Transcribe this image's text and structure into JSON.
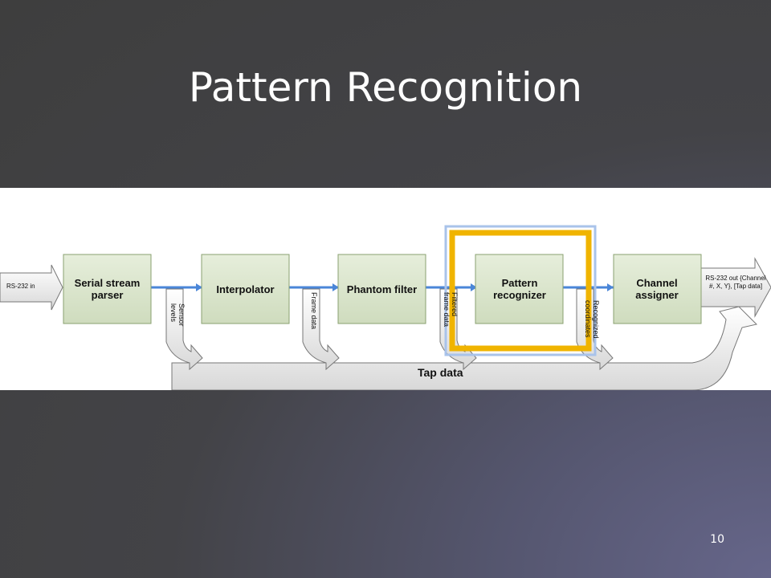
{
  "slide": {
    "title": "Pattern Recognition",
    "page_number": "10"
  },
  "diagram": {
    "input_label": "RS-232 in",
    "blocks": [
      {
        "label": "Serial stream parser"
      },
      {
        "label": "Interpolator"
      },
      {
        "label": "Phantom filter"
      },
      {
        "label": "Pattern recognizer",
        "highlighted": true
      },
      {
        "label": "Channel assigner"
      }
    ],
    "output_label": "RS-232 out {Channel #, X, Y}, [Tap data]",
    "branch_labels": [
      "Sensor levels",
      "Frame data",
      "Filtered frame data",
      "Recognized coordinates"
    ],
    "tap_label": "Tap data",
    "colors": {
      "block_fill": "#dde8cf",
      "block_border": "#8aa070",
      "flow_line": "#4a86d8",
      "highlight": "#f0b400",
      "arrow_fill": "#f2f2f2",
      "arrow_stroke": "#777777"
    }
  }
}
